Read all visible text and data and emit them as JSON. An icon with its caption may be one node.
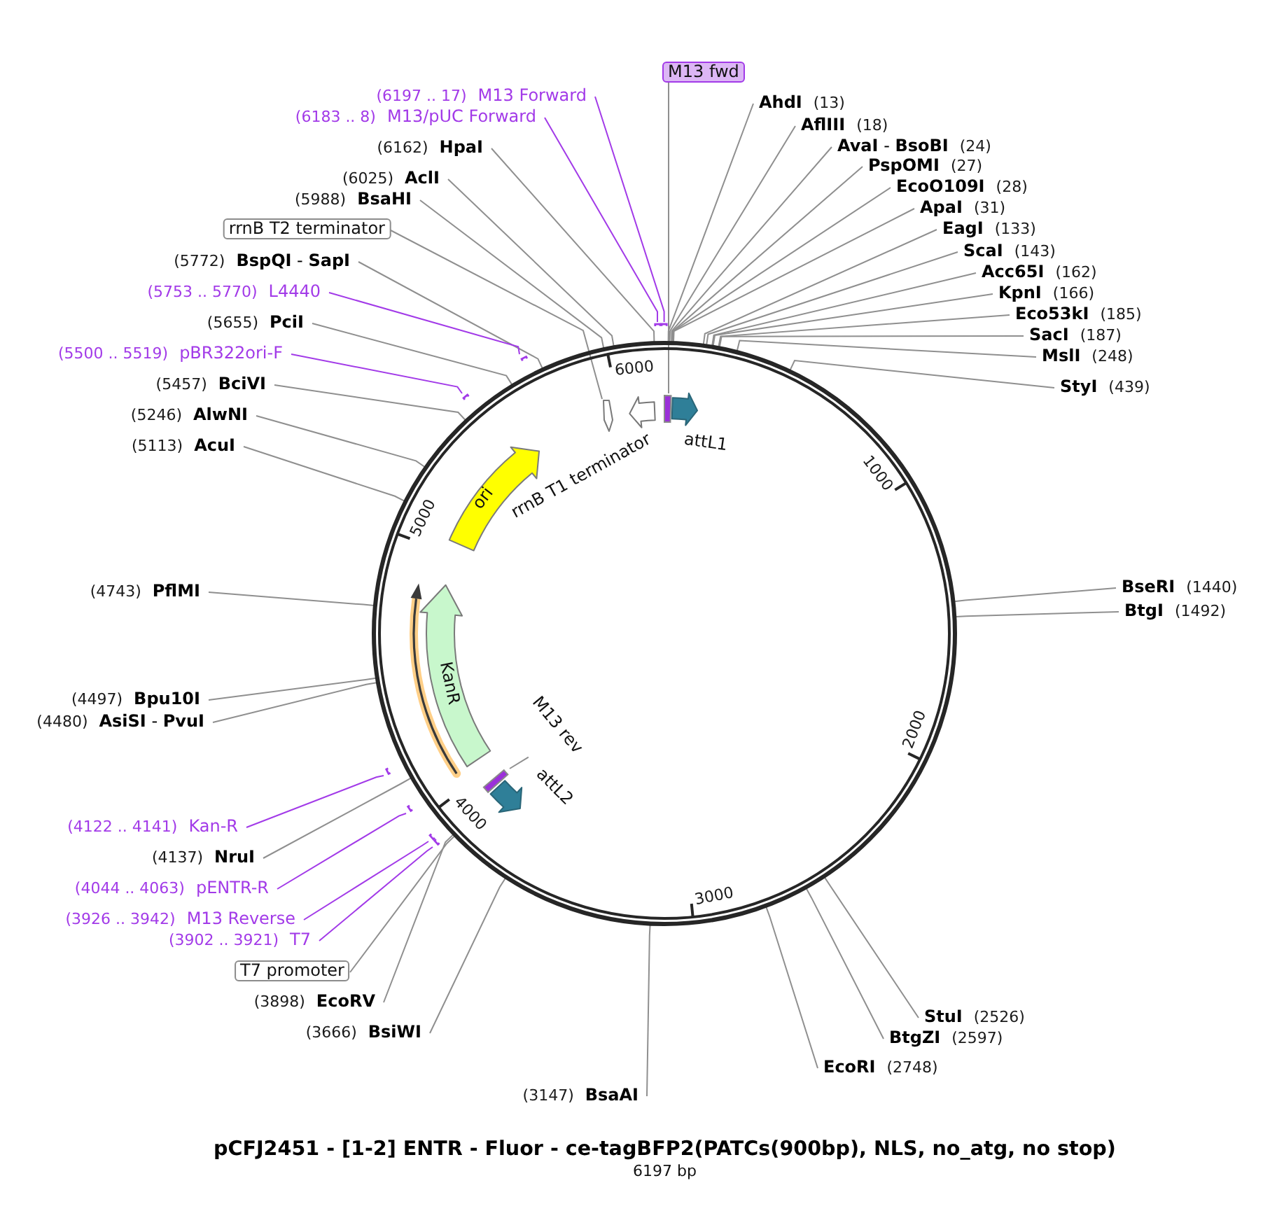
{
  "diagram": {
    "title": "pCFJ2451 - [1-2] ENTR - Fluor - ce-tagBFP2(PATCs(900bp), NLS, no_atg, no stop)",
    "caption": "6197 bp",
    "nodes": [
      {
        "text": [],
        "shape": "circle"
      },
      {
        "text": [
          "M13 fwd"
        ]
      },
      {
        "text": [
          "(6197 .. 17)",
          "M13 Forward"
        ]
      },
      {
        "text": [
          "AhdI",
          "(13)"
        ]
      },
      {
        "text": [
          "(6183 .. 8)",
          "M13/pUC Forward"
        ]
      },
      {
        "text": [
          "AflIII",
          "(18)"
        ]
      },
      {
        "text": [
          "**AvaI** - **BsoBI**",
          "(24)"
        ]
      },
      {
        "text": [
          "(6162)",
          "HpaI"
        ]
      },
      {
        "text": [
          "PspOMI",
          "(27)"
        ]
      },
      {
        "text": [
          "(6025)",
          "AclI"
        ]
      },
      {
        "text": [
          "EcoO109I",
          "(28)"
        ]
      },
      {
        "text": [
          "(5988)",
          "BsaHI"
        ]
      },
      {
        "text": [
          "ApaI",
          "(31)"
        ]
      },
      {
        "text": [
          "rrnB T2 terminator"
        ]
      },
      {
        "text": [
          "EagI",
          "(133)"
        ]
      },
      {
        "text": [
          "ScaI",
          "(143)"
        ]
      },
      {
        "text": [
          "(5772)",
          "**BspQI** - **SapI**"
        ]
      },
      {
        "text": [
          "Acc65I",
          "(162)"
        ]
      },
      {
        "text": [
          "(5753 .. 5770)",
          "L4440"
        ]
      },
      {
        "text": [
          "KpnI",
          "(166)"
        ]
      },
      {
        "text": [
          "Eco53kI",
          "(185)"
        ]
      },
      {
        "text": [
          "(5655)",
          "PciI"
        ]
      },
      {
        "text": [
          "SacI",
          "(187)"
        ]
      },
      {
        "text": [
          "(5500 .. 5519)",
          "pBR322ori-F"
        ]
      },
      {
        "text": [
          "MslI",
          "(248)"
        ]
      },
      {
        "text": [
          "(5457)",
          "BciVI"
        ]
      },
      {
        "text": [
          "StyI",
          "(439)"
        ]
      },
      {
        "text": [
          "(5246)",
          "AlwNI"
        ]
      },
      {
        "text": [
          "(5113)",
          "AcuI"
        ]
      },
      {
        "text": [],
        "shape": "bar",
        "in": 0
      },
      {
        "text": [],
        "shape": "arrow",
        "in": 0
      },
      {
        "text": [
          "rrnB T1 terminator"
        ],
        "in": 0
      },
      {
        "text": [
          "attL1"
        ],
        "in": 0
      },
      {
        "text": [
          "ori"
        ],
        "in": 0
      },
      {
        "text": [
          "BseRI",
          "(1440)"
        ]
      },
      {
        "text": [
          "(4743)",
          "PflMI"
        ]
      },
      {
        "text": [
          "BtgI",
          "(1492)"
        ]
      },
      {
        "text": [
          "KanR"
        ],
        "in": 0
      },
      {
        "text": [
          "(4497)",
          "Bpu10I"
        ]
      },
      {
        "text": [
          "(4480)",
          "**AsiSI** - **PvuI**"
        ]
      },
      {
        "text": [
          "M13 rev"
        ],
        "in": 0
      },
      {
        "text": [],
        "shape": "bar",
        "in": 0
      },
      {
        "text": [
          "attL2"
        ],
        "in": 0
      },
      {
        "text": [
          "(4122 .. 4141)",
          "Kan-R"
        ]
      },
      {
        "text": [
          "(4137)",
          "NruI"
        ]
      },
      {
        "text": [
          "(4044 .. 4063)",
          "pENTR-R"
        ]
      },
      {
        "text": [
          "(3926 .. 3942)",
          "M13 Reverse"
        ]
      },
      {
        "text": [
          "(3902 .. 3921)",
          "T7"
        ]
      },
      {
        "text": [
          "T7 promoter"
        ]
      },
      {
        "text": [
          "(3898)",
          "EcoRV"
        ]
      },
      {
        "text": [
          "StuI",
          "(2526)"
        ]
      },
      {
        "text": [
          "(3666)",
          "BsiWI"
        ]
      },
      {
        "text": [
          "BtgZI",
          "(2597)"
        ]
      },
      {
        "text": [
          "EcoRI",
          "(2748)"
        ]
      },
      {
        "text": [
          "(3147)",
          "BsaAI"
        ]
      },
      {
        "text": [],
        "shape": "bracket"
      },
      {
        "text": [],
        "shape": "bracket"
      },
      {
        "text": [],
        "shape": "bracket"
      },
      {
        "text": [],
        "shape": "bracket"
      },
      {
        "text": [],
        "shape": "bracket"
      },
      {
        "text": [],
        "shape": "bracket"
      },
      {
        "text": [],
        "shape": "bracket"
      },
      {
        "text": [],
        "shape": "bracket"
      }
    ],
    "edges": [
      {
        "from": 1,
        "to": 29,
        "arrow": "none"
      },
      {
        "from": 2,
        "to": 55,
        "arrow": "none",
        "color": "#a23ae8"
      },
      {
        "from": 3,
        "to": 0,
        "arrow": "none"
      },
      {
        "from": 4,
        "to": 56,
        "arrow": "none",
        "color": "#a23ae8"
      },
      {
        "from": 5,
        "to": 0,
        "arrow": "none"
      },
      {
        "from": 6,
        "to": 0,
        "arrow": "none"
      },
      {
        "from": 7,
        "to": 0,
        "arrow": "none"
      },
      {
        "from": 8,
        "to": 0,
        "arrow": "none"
      },
      {
        "from": 9,
        "to": 0,
        "arrow": "none"
      },
      {
        "from": 10,
        "to": 0,
        "arrow": "none"
      },
      {
        "from": 11,
        "to": 0,
        "arrow": "none"
      },
      {
        "from": 12,
        "to": 0,
        "arrow": "none"
      },
      {
        "from": 13,
        "to": 30,
        "arrow": "none"
      },
      {
        "from": 14,
        "to": 0,
        "arrow": "none"
      },
      {
        "from": 15,
        "to": 0,
        "arrow": "none"
      },
      {
        "from": 16,
        "to": 0,
        "arrow": "none"
      },
      {
        "from": 17,
        "to": 0,
        "arrow": "none"
      },
      {
        "from": 18,
        "to": 57,
        "arrow": "none",
        "color": "#a23ae8"
      },
      {
        "from": 19,
        "to": 0,
        "arrow": "none"
      },
      {
        "from": 20,
        "to": 0,
        "arrow": "none"
      },
      {
        "from": 21,
        "to": 0,
        "arrow": "none"
      },
      {
        "from": 22,
        "to": 0,
        "arrow": "none"
      },
      {
        "from": 23,
        "to": 58,
        "arrow": "none",
        "color": "#a23ae8"
      },
      {
        "from": 24,
        "to": 0,
        "arrow": "none"
      },
      {
        "from": 25,
        "to": 0,
        "arrow": "none"
      },
      {
        "from": 26,
        "to": 0,
        "arrow": "none"
      },
      {
        "from": 27,
        "to": 0,
        "arrow": "none"
      },
      {
        "from": 28,
        "to": 0,
        "arrow": "none"
      },
      {
        "from": 34,
        "to": 0,
        "arrow": "none"
      },
      {
        "from": 35,
        "to": 0,
        "arrow": "none"
      },
      {
        "from": 36,
        "to": 0,
        "arrow": "none"
      },
      {
        "from": 38,
        "to": 0,
        "arrow": "none"
      },
      {
        "from": 39,
        "to": 0,
        "arrow": "none"
      },
      {
        "from": 40,
        "to": 41,
        "arrow": "none"
      },
      {
        "from": 43,
        "to": 59,
        "arrow": "none",
        "color": "#a23ae8"
      },
      {
        "from": 44,
        "to": 0,
        "arrow": "none"
      },
      {
        "from": 45,
        "to": 60,
        "arrow": "none",
        "color": "#a23ae8"
      },
      {
        "from": 46,
        "to": 61,
        "arrow": "none",
        "color": "#a23ae8"
      },
      {
        "from": 47,
        "to": 62,
        "arrow": "none",
        "color": "#a23ae8"
      },
      {
        "from": 48,
        "to": 0,
        "arrow": "none"
      },
      {
        "from": 49,
        "to": 0,
        "arrow": "none"
      },
      {
        "from": 50,
        "to": 0,
        "arrow": "none"
      },
      {
        "from": 51,
        "to": 0,
        "arrow": "none"
      },
      {
        "from": 52,
        "to": 0,
        "arrow": "none"
      },
      {
        "from": 53,
        "to": 0,
        "arrow": "none"
      },
      {
        "from": 54,
        "to": 0,
        "arrow": "none"
      }
    ],
    "labels": [
      "6000",
      "1000",
      "5000",
      "2000",
      "4000",
      "3000"
    ]
  }
}
